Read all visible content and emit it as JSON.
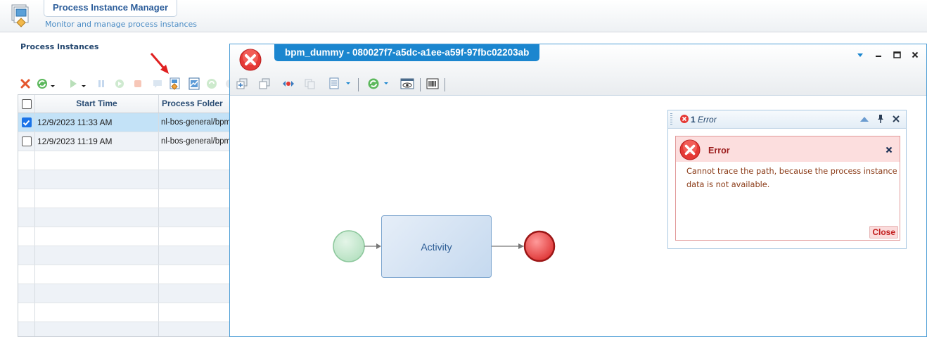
{
  "app": {
    "title": "Process Instance Manager",
    "subtitle": "Monitor and manage process instances"
  },
  "left_panel": {
    "section_title": "Process Instances",
    "toolbar_icons": [
      "delete-icon",
      "refresh-icon",
      "start-icon",
      "pause-icon",
      "resume-icon",
      "stop-icon",
      "comment-icon",
      "trace-path-icon",
      "monitor-icon",
      "retry-icon"
    ],
    "grid": {
      "columns": [
        "Start Time",
        "Process Folder"
      ],
      "rows": [
        {
          "checked": true,
          "start_time": "12/9/2023 11:33 AM",
          "folder": "nl-bos-general/bpm"
        },
        {
          "checked": false,
          "start_time": "12/9/2023 11:19 AM",
          "folder": "nl-bos-general/bpm"
        }
      ]
    }
  },
  "dialog": {
    "title": "bpm_dummy - 080027f7-a5dc-a1ee-a59f-97fbc02203ab",
    "diagram": {
      "activity_label": "Activity"
    },
    "error_panel": {
      "count_number": "1",
      "count_label": "Error",
      "error_title": "Error",
      "message": "Cannot trace the path, because the process instance data is not available.",
      "close_label": "Close"
    }
  },
  "colors": {
    "accent": "#1b86cf",
    "selected_row": "#c3e2f7",
    "start_event": "#c9ebd2",
    "end_event": "#e84b4b",
    "error_bg": "#fcdede"
  }
}
